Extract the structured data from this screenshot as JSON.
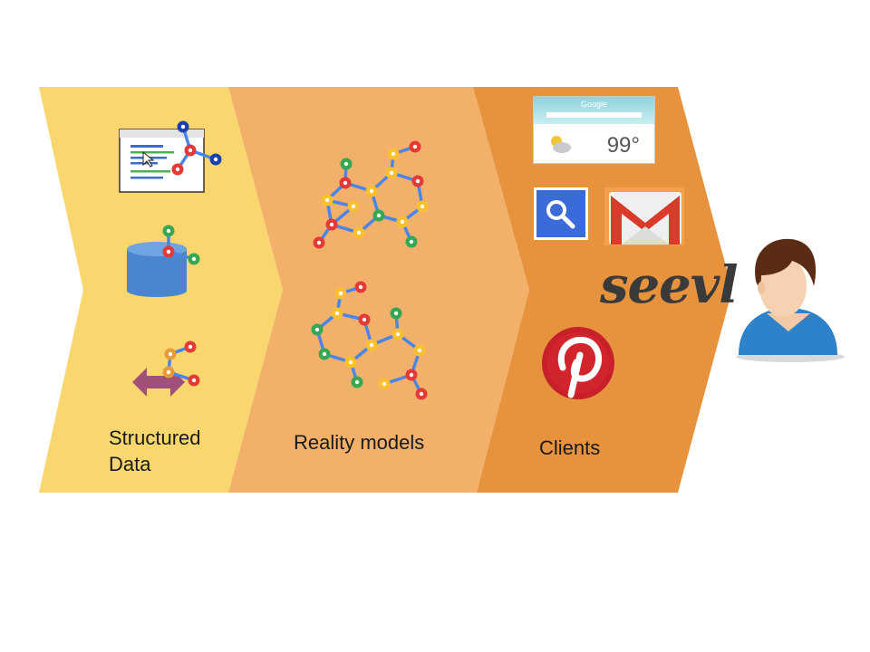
{
  "labels": {
    "structured": [
      "Structured",
      "Data"
    ],
    "reality": "Reality models",
    "clients": "Clients"
  },
  "clients": {
    "weather_brand": "Google",
    "weather_temp": "99°",
    "seevl_logo": "seevl"
  },
  "icons": [
    "webpage-graph-icon",
    "database-icon",
    "api-exchange-icon",
    "knowledge-graph-icon",
    "search-icon",
    "gmail-icon",
    "pinterest-icon",
    "user-avatar-icon"
  ],
  "colors": {
    "stage1": "#f9d76e",
    "stage2": "#f3b06a",
    "stage3": "#e7923d",
    "node_red": "#e53935",
    "node_green": "#34a853",
    "node_yellow": "#fbc02d",
    "node_blue": "#1e40af",
    "edge": "#4a86e8"
  }
}
